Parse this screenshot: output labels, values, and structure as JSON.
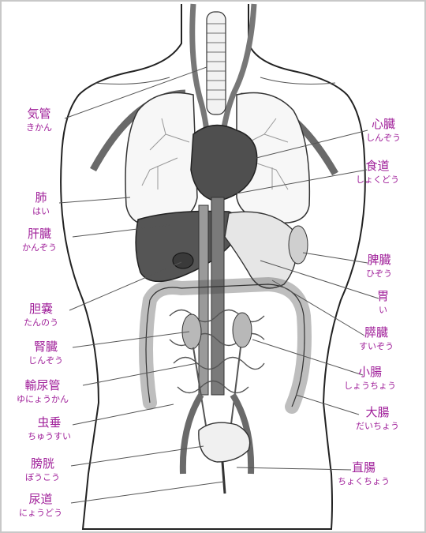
{
  "labels": {
    "kikan": {
      "kanji": "気管",
      "kana": "きかん"
    },
    "hai": {
      "kanji": "肺",
      "kana": "はい"
    },
    "kanzo": {
      "kanji": "肝臓",
      "kana": "かんぞう"
    },
    "tanno": {
      "kanji": "胆嚢",
      "kana": "たんのう"
    },
    "jinzo": {
      "kanji": "腎臓",
      "kana": "じんぞう"
    },
    "yunyokan": {
      "kanji": "輸尿管",
      "kana": "ゆにょうかん"
    },
    "chusui": {
      "kanji": "虫垂",
      "kana": "ちゅうすい"
    },
    "boko": {
      "kanji": "膀胱",
      "kana": "ぼうこう"
    },
    "nyodo": {
      "kanji": "尿道",
      "kana": "にょうどう"
    },
    "shinzo": {
      "kanji": "心臓",
      "kana": "しんぞう"
    },
    "shokudo": {
      "kanji": "食道",
      "kana": "しょくどう"
    },
    "hizo": {
      "kanji": "脾臓",
      "kana": "ひぞう"
    },
    "i": {
      "kanji": "胃",
      "kana": "い"
    },
    "suizo": {
      "kanji": "膵臓",
      "kana": "すいぞう"
    },
    "shocho": {
      "kanji": "小腸",
      "kana": "しょうちょう"
    },
    "daicho": {
      "kanji": "大腸",
      "kana": "だいちょう"
    },
    "chokucho": {
      "kanji": "直腸",
      "kana": "ちょくちょう"
    }
  },
  "colors": {
    "label": "#a0209a",
    "outline": "#222222",
    "organ_dark": "#555555",
    "organ_mid": "#8c8c8c",
    "organ_light": "#d8d8d8",
    "frame": "#c8c8c8"
  }
}
